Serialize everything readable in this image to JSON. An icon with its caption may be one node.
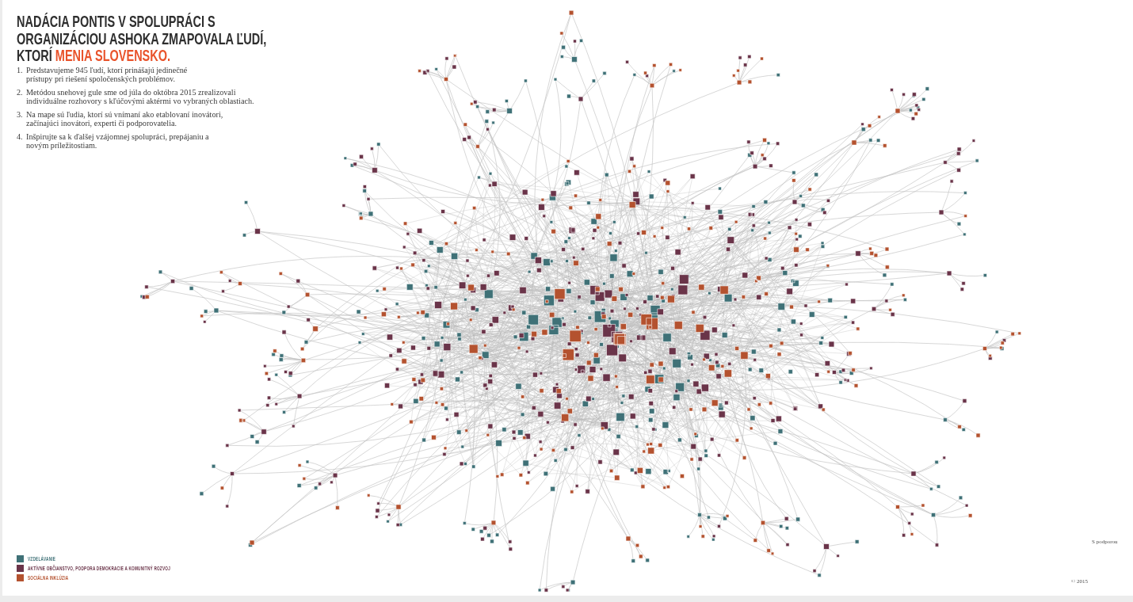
{
  "diagram": {
    "title": "NADÁCIA PONTIS V SPOLUPRÁCI S ORGANIZÁCIOU ASHOKA ZMAPOVALA ĽUDÍ, KTORÍ **MENIA SLOVENSKO.**",
    "labels": [
      "1.",
      "Predstavujeme 945 ľudí, ktorí prinášajú jedinečné prístupy pri riešení spoločenských problémov.",
      "2.",
      "Metódou snehovej gule sme od júla do októbra 2015 zrealizovali individuálne rozhovory s kľúčovými aktérmi vo vybraných oblastiach.",
      "3.",
      "Na mape sú ľudia, ktorí sú vnímaní ako etablovaní inovátori, začínajúci inovátori, experti či podporovatelia.",
      "4.",
      "Inšpirujte sa k ďalšej vzájomnej spolupráci, prepájaniu a novým príležitostiam.",
      "S podporou",
      "© 2015"
    ],
    "legend": [
      {
        "text": "VZDELÁVANIE",
        "color": "#3f7177"
      },
      {
        "text": "AKTÍVNE OBČIANSTVO, PODPORA DEMOKRACIE A KOMUNITNÝ ROZVOJ",
        "color": "#6a3449"
      },
      {
        "text": "SOCIÁLNA INKLÚZIA",
        "color": "#b4522f"
      }
    ]
  }
}
